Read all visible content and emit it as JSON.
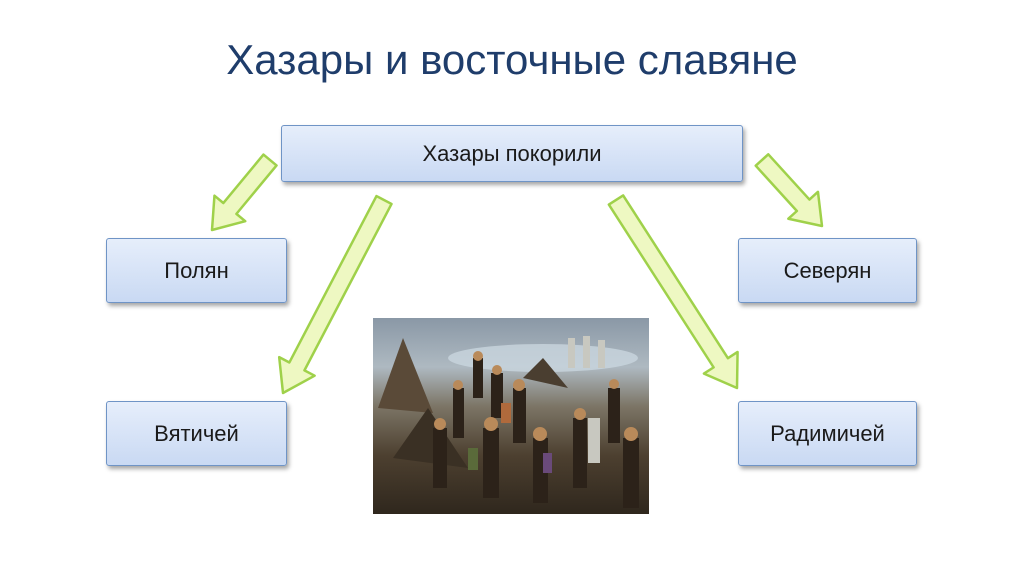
{
  "title": "Хазары и восточные славяне",
  "nodes": {
    "top": "Хазары покорили",
    "polyan": "Полян",
    "severyan": "Северян",
    "vyatichey": "Вятичей",
    "radimichey": "Радимичей"
  },
  "colors": {
    "title": "#1f3d6b",
    "box_fill": "#d6e3f7",
    "box_border": "#6f94c6",
    "arrow_fill": "#eef8c2",
    "arrow_stroke": "#9fd14a"
  }
}
